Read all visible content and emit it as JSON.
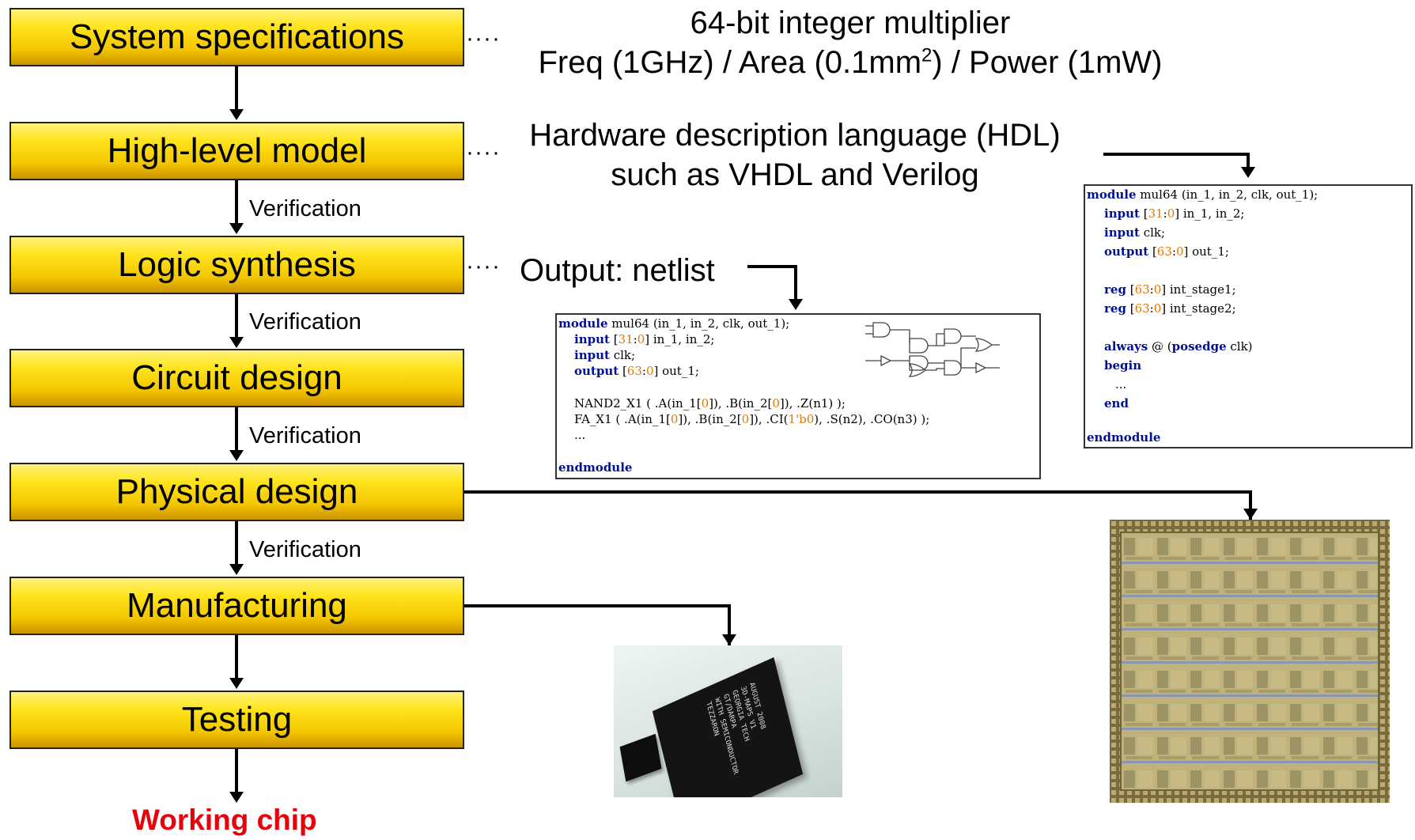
{
  "stages": [
    "System specifications",
    "High-level model",
    "Logic synthesis",
    "Circuit design",
    "Physical design",
    "Manufacturing",
    "Testing"
  ],
  "verification_label": "Verification",
  "dots": "····",
  "final": {
    "label": "Working chip",
    "color": "#e8000b"
  },
  "spec": {
    "line1": "64-bit integer multiplier",
    "line2_pre": "Freq (1GHz) / Area (0.1mm",
    "line2_sup": "2",
    "line2_post": ") / Power (1mW)"
  },
  "hdl": {
    "line1": "Hardware description language (HDL)",
    "line2": "such as VHDL and Verilog"
  },
  "netlist_label": "Output: netlist",
  "netlist_code": {
    "l1a": "module",
    "l1b": " mul64 (in_1, in_2, clk, out_1);",
    "l2a": "input",
    "l2b": " [",
    "l2c": "31",
    "l2d": ":",
    "l2e": "0",
    "l2f": "] in_1, in_2;",
    "l3a": "input",
    "l3b": " clk;",
    "l4a": "output",
    "l4b": " [",
    "l4c": "63",
    "l4d": ":",
    "l4e": "0",
    "l4f": "] out_1;",
    "l5a": "NAND2_X1 ( .A(in_1[",
    "l5b": "0",
    "l5c": "]), .B(in_2[",
    "l5d": "0",
    "l5e": "]), .Z(n1) );",
    "l6a": "FA_X1 ( .A(in_1[",
    "l6b": "0",
    "l6c": "]), .B(in_2[",
    "l6d": "0",
    "l6e": "]), .CI(",
    "l6f": "1'b0",
    "l6g": "), .S(n2), .CO(n3) );",
    "l7": "...",
    "l8": "endmodule"
  },
  "hdl_code": {
    "l1a": "module",
    "l1b": " mul64 (in_1, in_2, clk, out_1);",
    "l2a": "input",
    "l2b": " [",
    "l2c": "31",
    "l2d": ":",
    "l2e": "0",
    "l2f": "] in_1, in_2;",
    "l3a": "input",
    "l3b": " clk;",
    "l4a": "output",
    "l4b": " [",
    "l4c": "63",
    "l4d": ":",
    "l4e": "0",
    "l4f": "] out_1;",
    "l5a": "reg",
    "l5b": " [",
    "l5c": "63",
    "l5d": ":",
    "l5e": "0",
    "l5f": "] int_stage1;",
    "l6a": "reg",
    "l6b": " [",
    "l6c": "63",
    "l6d": ":",
    "l6e": "0",
    "l6f": "] int_stage2;",
    "l7a": "always",
    "l7b": " @ (",
    "l7c": "posedge",
    "l7d": " clk)",
    "l8": "begin",
    "l9": "...",
    "l10": "end",
    "l11": "endmodule"
  },
  "chip_package_text": [
    "AUGUST 2008",
    "3D-MAPS V1",
    "GEORGIA TECH",
    "GT/DARPA",
    "WITH SEMICONDUCTOR",
    "TEZZARON"
  ]
}
